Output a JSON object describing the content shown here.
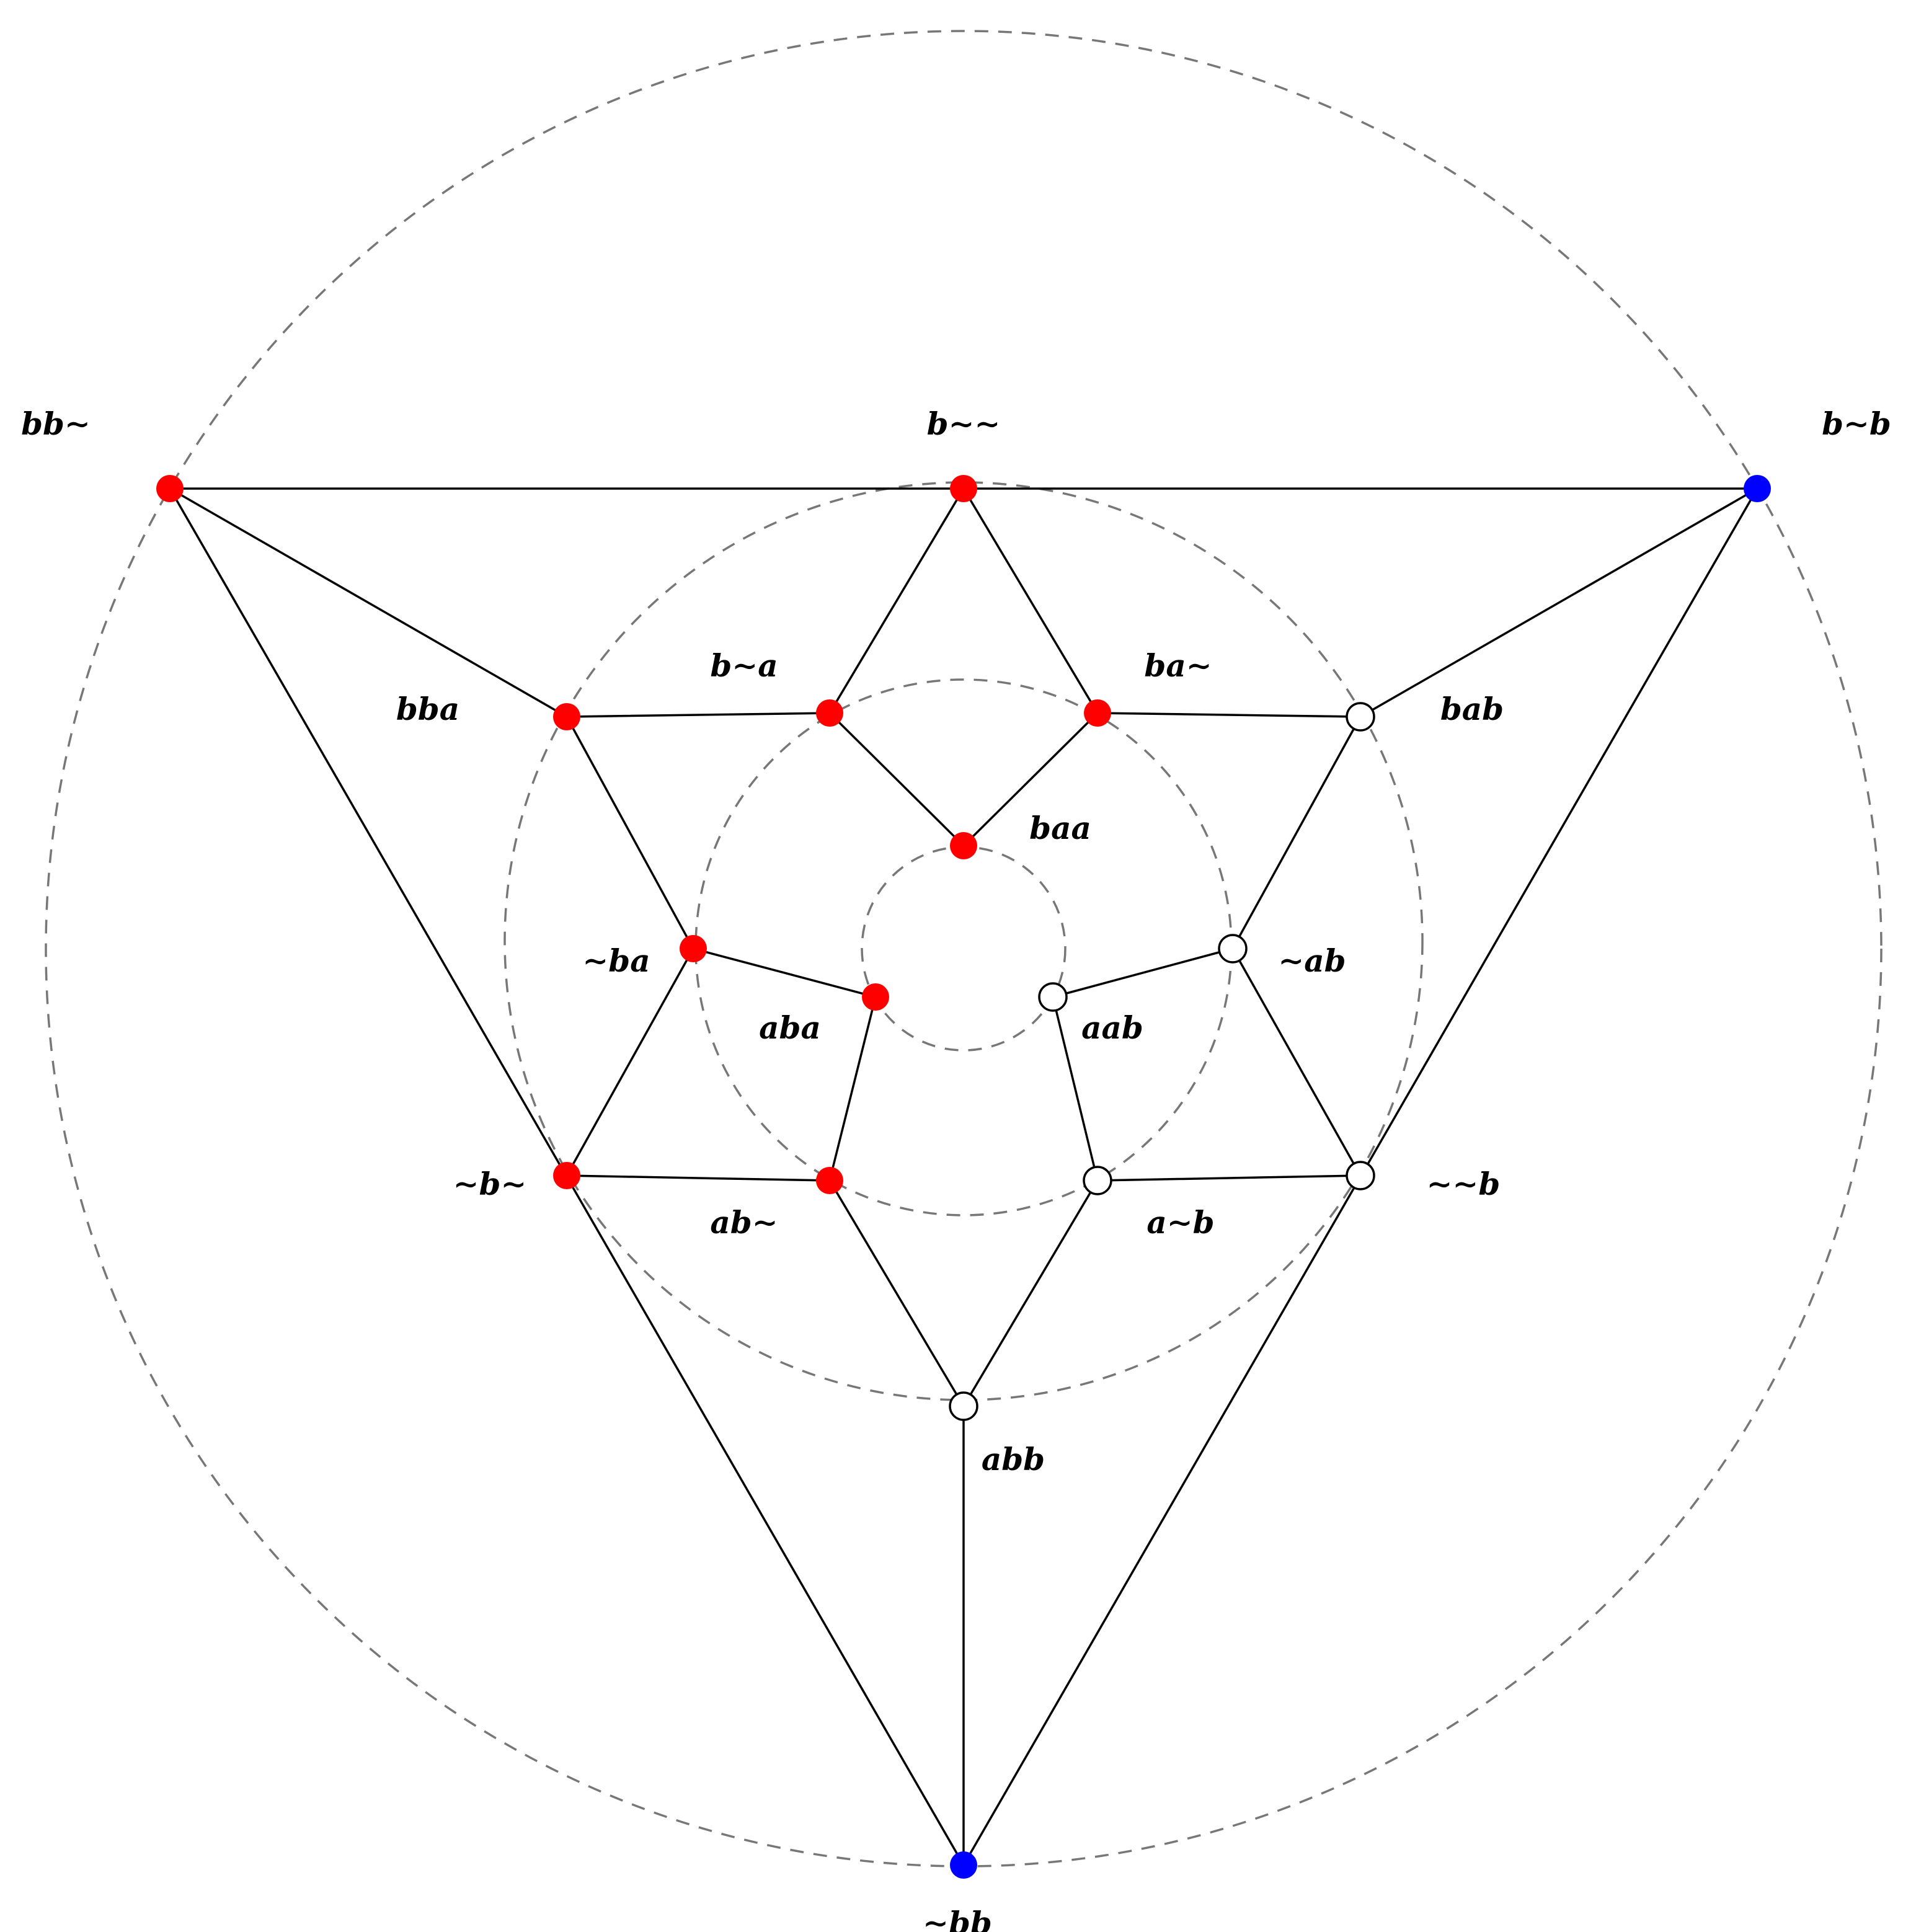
{
  "colors": {
    "red": "#ff0000",
    "blue": "#0000ff",
    "open": "#ffffff",
    "edge": "#000000",
    "ring": "#777777"
  },
  "nodes": [
    {
      "id": "bb~",
      "label": "bb∼",
      "fill": "red"
    },
    {
      "id": "b~~",
      "label": "b∼∼",
      "fill": "red"
    },
    {
      "id": "b~b",
      "label": "b∼b",
      "fill": "blue"
    },
    {
      "id": "bba",
      "label": "bba",
      "fill": "red"
    },
    {
      "id": "b~a",
      "label": "b∼a",
      "fill": "red"
    },
    {
      "id": "ba~",
      "label": "ba∼",
      "fill": "red"
    },
    {
      "id": "bab",
      "label": "bab",
      "fill": "open"
    },
    {
      "id": "baa",
      "label": "baa",
      "fill": "red"
    },
    {
      "id": "~ba",
      "label": "∼ba",
      "fill": "red"
    },
    {
      "id": "~ab",
      "label": "∼ab",
      "fill": "open"
    },
    {
      "id": "aba",
      "label": "aba",
      "fill": "red"
    },
    {
      "id": "aab",
      "label": "aab",
      "fill": "open"
    },
    {
      "id": "~b~",
      "label": "∼b∼",
      "fill": "red"
    },
    {
      "id": "ab~",
      "label": "ab∼",
      "fill": "red"
    },
    {
      "id": "a~b",
      "label": "a∼b",
      "fill": "open"
    },
    {
      "id": "~~b",
      "label": "∼∼b",
      "fill": "open"
    },
    {
      "id": "abb",
      "label": "abb",
      "fill": "open"
    },
    {
      "id": "~bb",
      "label": "∼bb",
      "fill": "blue"
    }
  ],
  "edges": [
    [
      "bb~",
      "b~~"
    ],
    [
      "b~~",
      "b~b"
    ],
    [
      "bb~",
      "bba"
    ],
    [
      "bb~",
      "~bb"
    ],
    [
      "b~b",
      "bab"
    ],
    [
      "b~b",
      "~bb"
    ],
    [
      "b~~",
      "b~a"
    ],
    [
      "b~~",
      "ba~"
    ],
    [
      "bba",
      "b~a"
    ],
    [
      "ba~",
      "bab"
    ],
    [
      "b~a",
      "baa"
    ],
    [
      "ba~",
      "baa"
    ],
    [
      "bba",
      "~ba"
    ],
    [
      "bab",
      "~ab"
    ],
    [
      "~ba",
      "aba"
    ],
    [
      "~ab",
      "aab"
    ],
    [
      "~ba",
      "~b~"
    ],
    [
      "~ab",
      "~~b"
    ],
    [
      "aba",
      "ab~"
    ],
    [
      "aab",
      "a~b"
    ],
    [
      "~b~",
      "ab~"
    ],
    [
      "a~b",
      "~~b"
    ],
    [
      "ab~",
      "abb"
    ],
    [
      "a~b",
      "abb"
    ],
    [
      "abb",
      "~bb"
    ]
  ]
}
